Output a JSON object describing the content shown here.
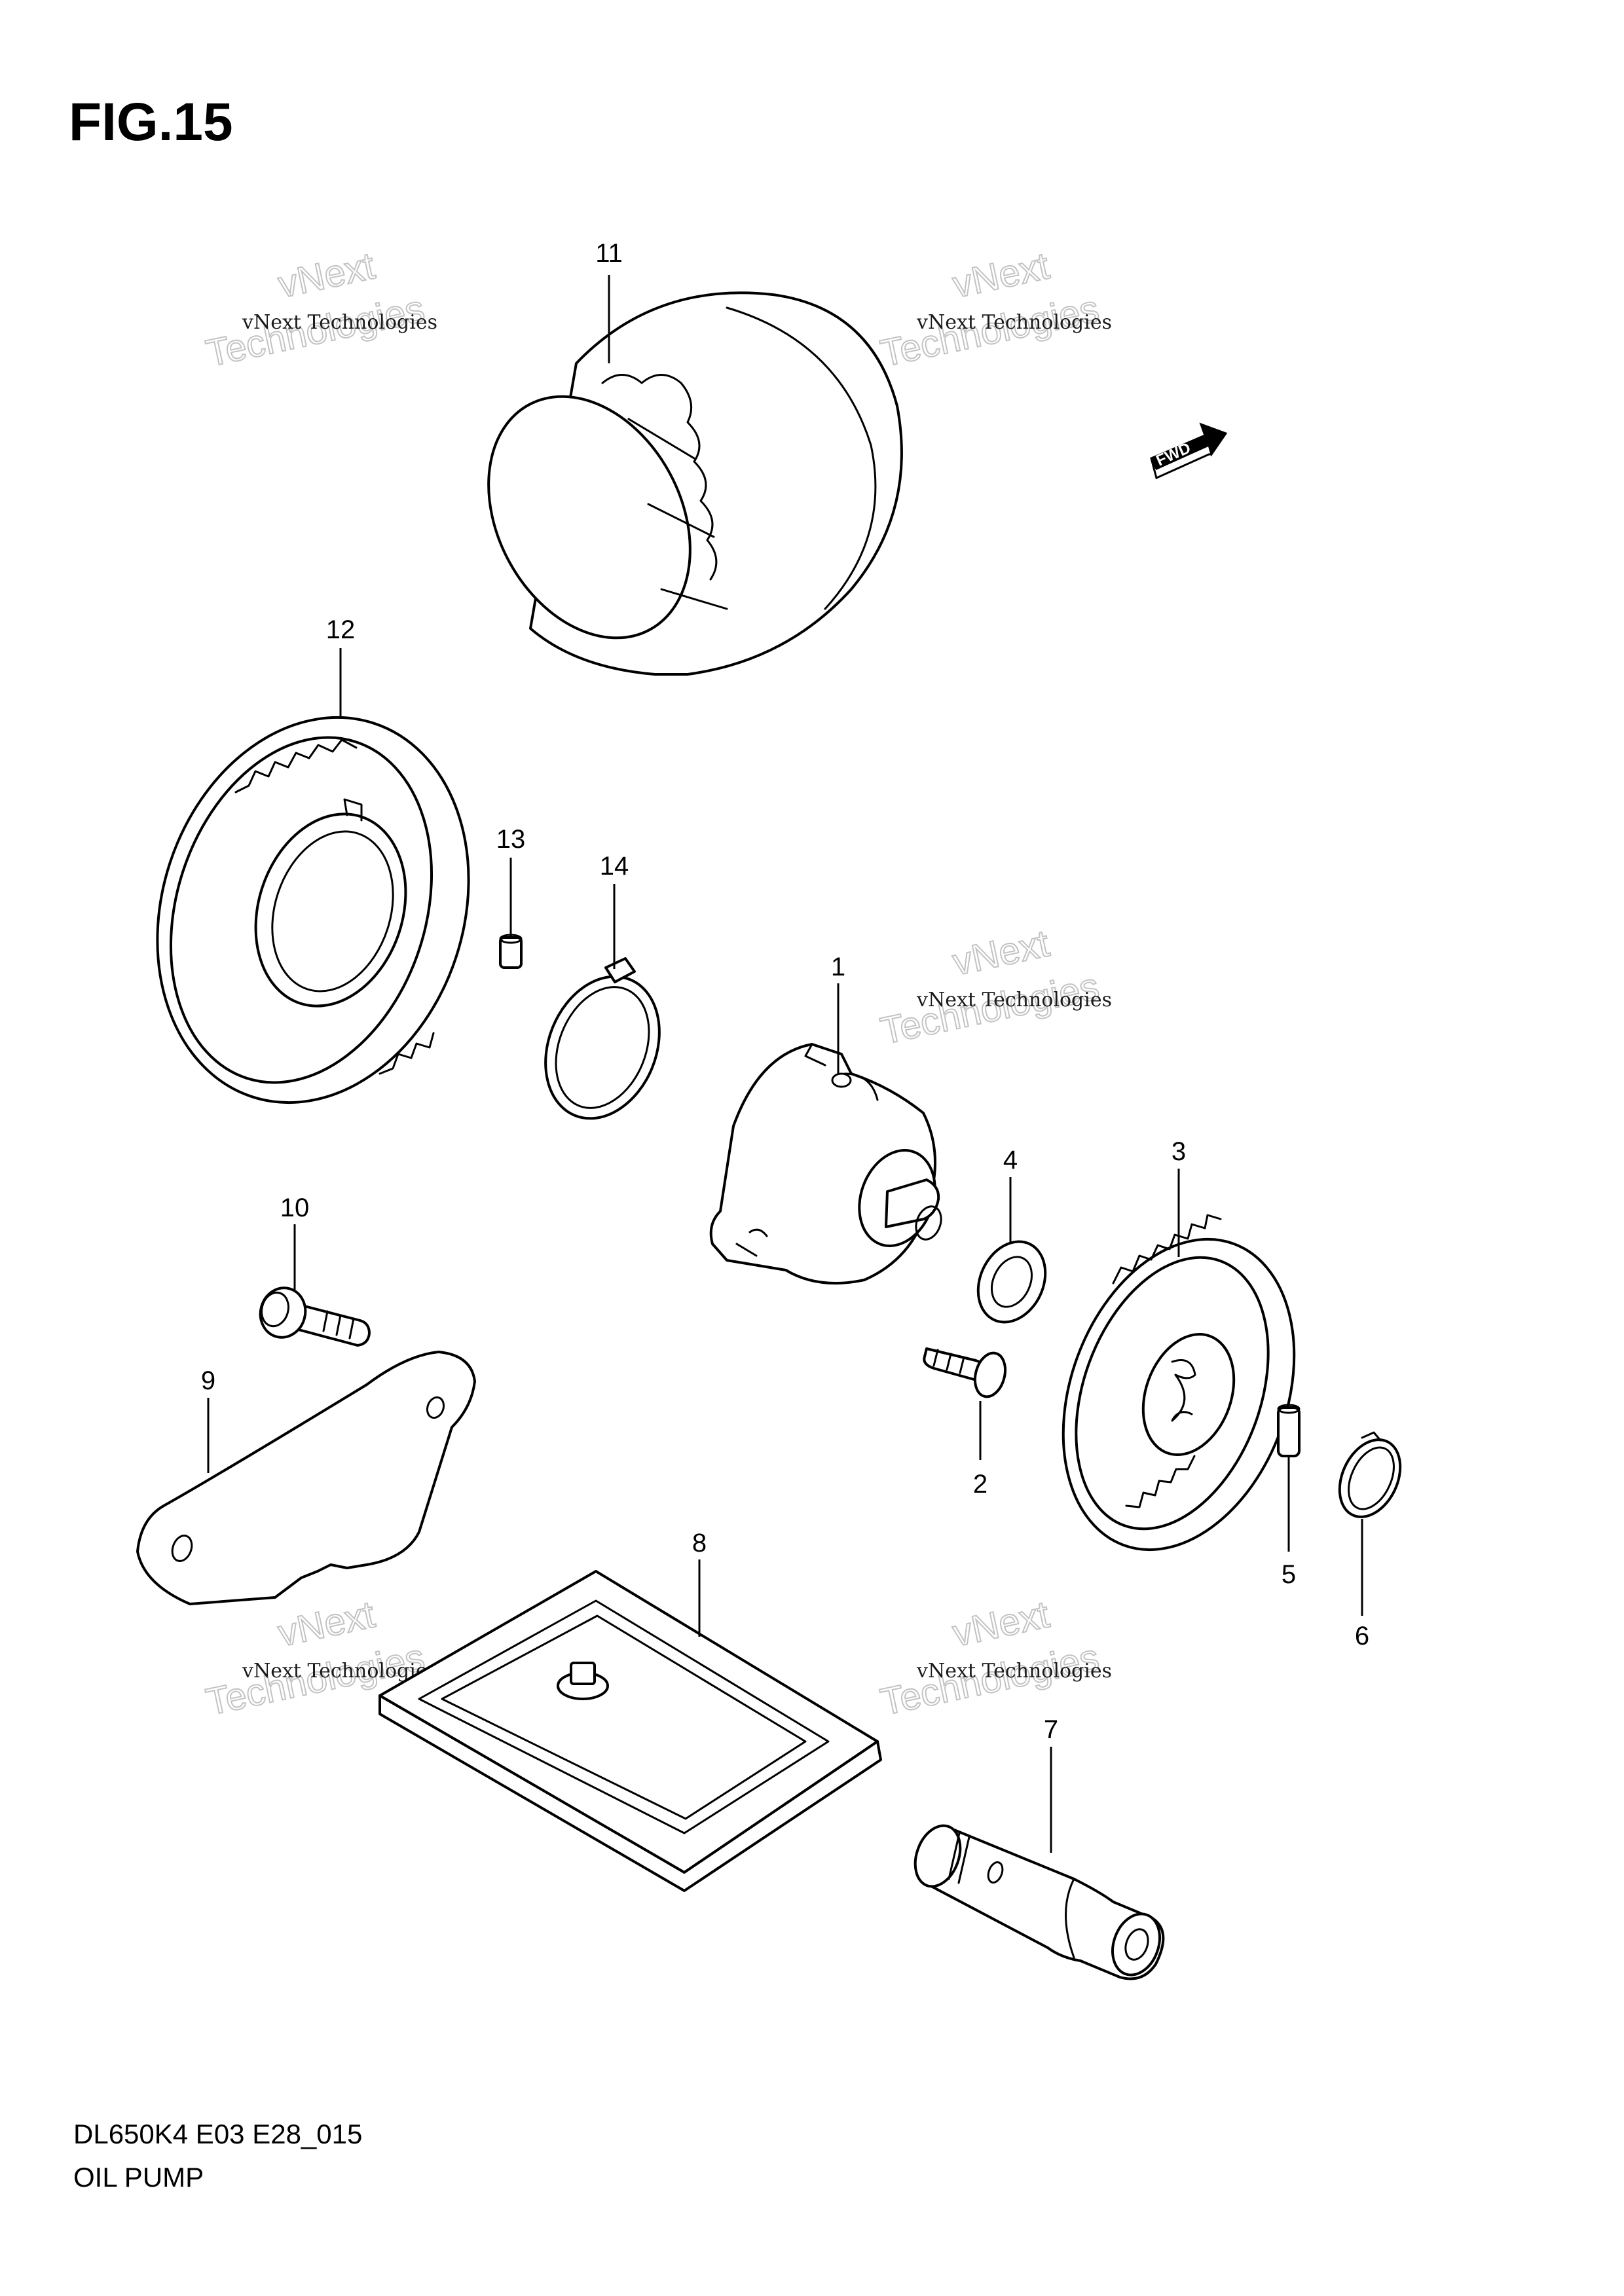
{
  "figure": {
    "title": "FIG.15",
    "model_code": "DL650K4 E03 E28_015",
    "section_name": "OIL PUMP"
  },
  "fwd_arrow": {
    "label": "FWD"
  },
  "watermark": {
    "small_text": "vNext Technologies",
    "line_1": "vNext",
    "line_2": "Technologies"
  },
  "callouts": [
    {
      "number": "1"
    },
    {
      "number": "2"
    },
    {
      "number": "3"
    },
    {
      "number": "4"
    },
    {
      "number": "5"
    },
    {
      "number": "6"
    },
    {
      "number": "7"
    },
    {
      "number": "8"
    },
    {
      "number": "9"
    },
    {
      "number": "10"
    },
    {
      "number": "11"
    },
    {
      "number": "12"
    },
    {
      "number": "13"
    },
    {
      "number": "14"
    }
  ]
}
